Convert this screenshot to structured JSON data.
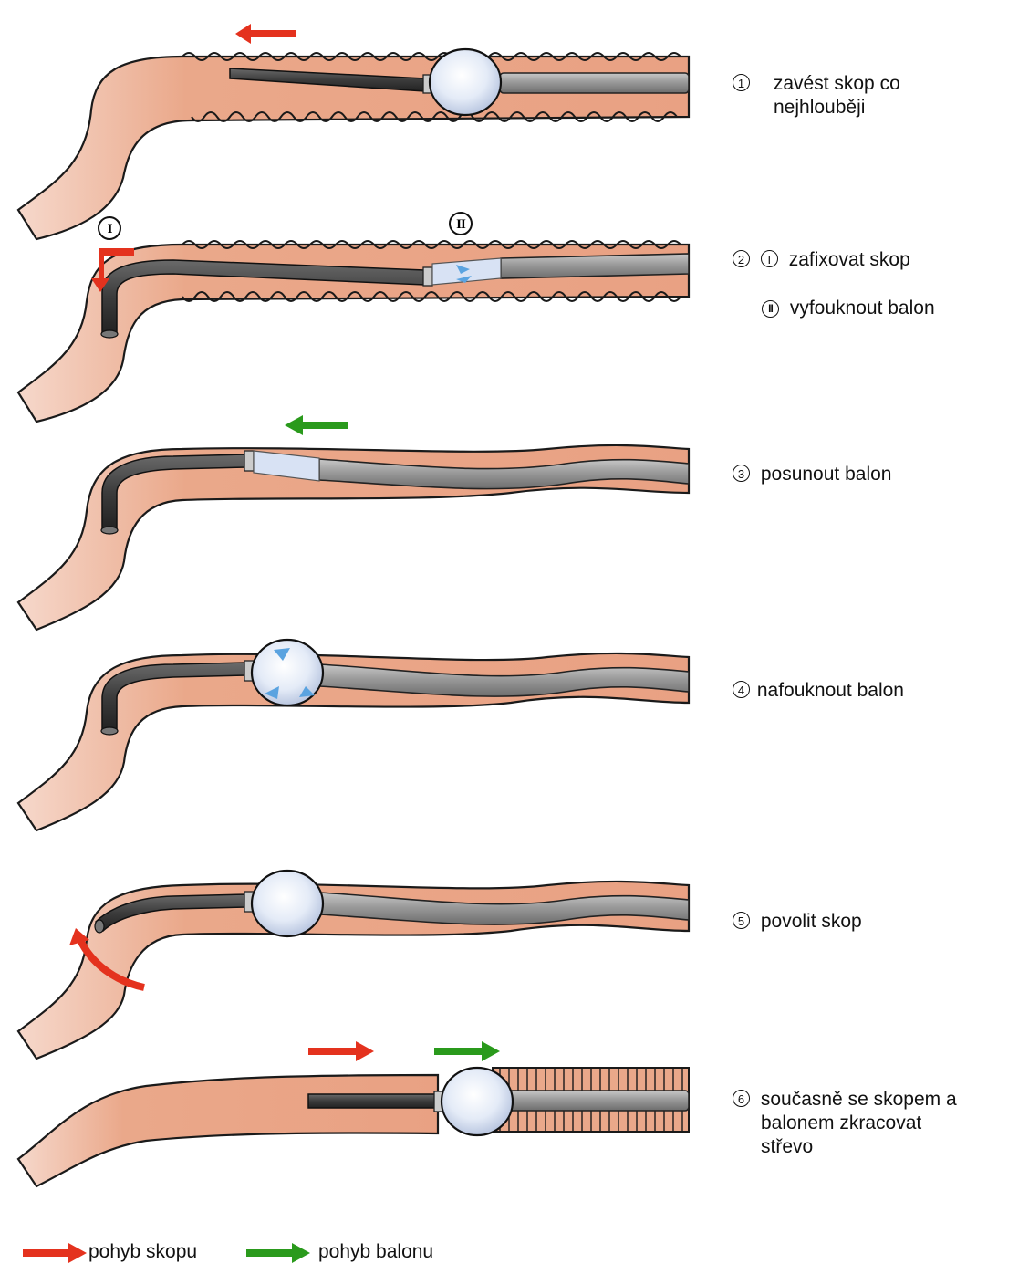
{
  "steps": [
    {
      "number": "1",
      "lines": [
        "zavést skop co",
        "nejhlouběji"
      ]
    },
    {
      "number": "2",
      "sub": [
        {
          "marker": "I",
          "text": "zafixovat skop"
        },
        {
          "marker": "II",
          "text": "vyfouknout balon"
        }
      ]
    },
    {
      "number": "3",
      "lines": [
        "posunout balon"
      ]
    },
    {
      "number": "4",
      "lines": [
        "nafouknout balon"
      ]
    },
    {
      "number": "5",
      "lines": [
        "povolit skop"
      ]
    },
    {
      "number": "6",
      "lines": [
        "současně se skopem a",
        "balonem zkracovat",
        "střevo"
      ]
    }
  ],
  "diagram_markers": {
    "fixation": "I",
    "deflation": "II"
  },
  "legend": [
    {
      "label": "pohyb skopu",
      "color": "#e4321e"
    },
    {
      "label": "pohyb balonu",
      "color": "#2a9a1c"
    }
  ],
  "colors": {
    "intestine": "#eaa88a",
    "intestine_outline": "#1a1a1a",
    "scope": "#4a4a4a",
    "overtube": "#9c9c9c",
    "balloon": "#dfe7f5",
    "scope_arrow": "#e4321e",
    "balloon_arrow": "#2a9a1c"
  }
}
